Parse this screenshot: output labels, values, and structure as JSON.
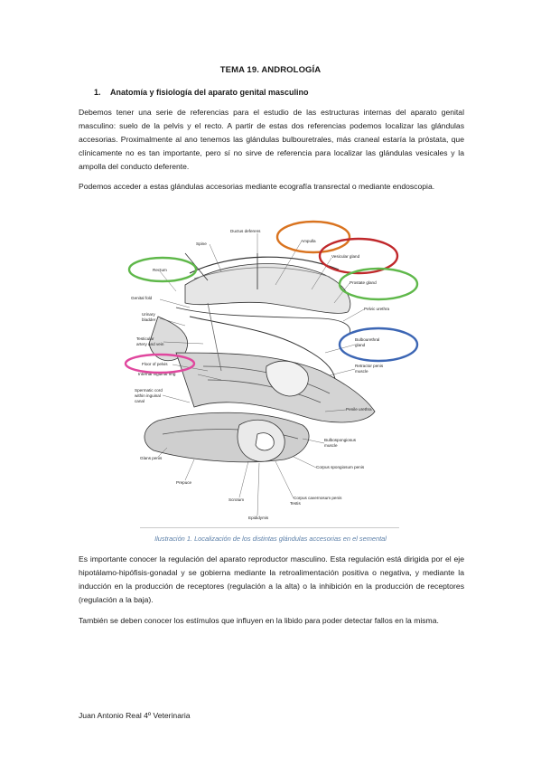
{
  "document": {
    "title": "TEMA 19. ANDROLOGÍA",
    "section": {
      "number": "1.",
      "heading": "Anatomía y fisiología del aparato genital masculino"
    },
    "paragraphs": [
      "Debemos tener una serie de referencias para el estudio de las estructuras internas del aparato genital masculino: suelo de la pelvis y el recto. A partir de estas dos referencias podemos localizar las glándulas accesorias. Proximalmente al ano tenemos las glándulas bulbouretrales, más craneal estaría la próstata, que clínicamente no es tan importante, pero sí no sirve de referencia para localizar las glándulas vesicales y la ampolla del conducto deferente.",
      "Podemos acceder a estas glándulas accesorias mediante ecografía transrectal o mediante endoscopia.",
      "Es importante conocer la regulación del aparato reproductor masculino. Esta regulación está dirigida por el eje hipotálamo-hipófisis-gonadal y se gobierna mediante la retroalimentación positiva o negativa, y mediante la inducción en la producción de receptores (regulación a la alta) o la inhibición en la producción de receptores (regulación a la baja).",
      "También se deben conocer los estímulos que influyen en la libido para poder detectar fallos en la misma."
    ],
    "figure": {
      "caption": "Ilustración 1. Localización de los distintas glándulas accesorias en el semental",
      "labels": {
        "spine": "Spine",
        "ductus_deferens": "Ductus deferens",
        "ampulla": "Ampulla",
        "vesicular_gland": "Vesicular gland",
        "rectum": "Rectum",
        "prostate_gland": "Prostate gland",
        "genital_fold": "Genital fold",
        "pelvic_urethra": "Pelvic urethra",
        "urinary_bladder_1": "Urinary",
        "urinary_bladder_2": "bladder",
        "testicular_1": "Testicular",
        "testicular_2": "artery and vein",
        "bulbourethral_1": "Bulbourethral",
        "bulbourethral_2": "gland",
        "floor_of_pelvis": "Floor of pelvis",
        "retractor_1": "Retractor penis",
        "retractor_2": "muscle",
        "internal_inguinal_ring": "Internal inguinal ring",
        "penile_urethra": "Penile urethra",
        "spermatic_1": "Spermatic cord",
        "spermatic_2": "within inguinal",
        "spermatic_3": "canal",
        "bulbospongiosus_1": "Bulbospongiosus",
        "bulbospongiosus_2": "muscle",
        "corpus_spongiosum": "Corpus spongiosum penis",
        "glans_penis": "Glans penis",
        "corpus_cavernosum": "Corpus cavernosum penis",
        "prepuce": "Prepuce",
        "scrotum": "Scrotum",
        "testis": "Testis",
        "epididymis": "Epididymis"
      },
      "highlight_colors": {
        "green": "#5fb84a",
        "orange": "#d9731f",
        "red": "#c0282b",
        "blue": "#3c66b4",
        "pink": "#e0479e"
      }
    },
    "footer": "Juan Antonio Real 4º Veterinaria"
  }
}
